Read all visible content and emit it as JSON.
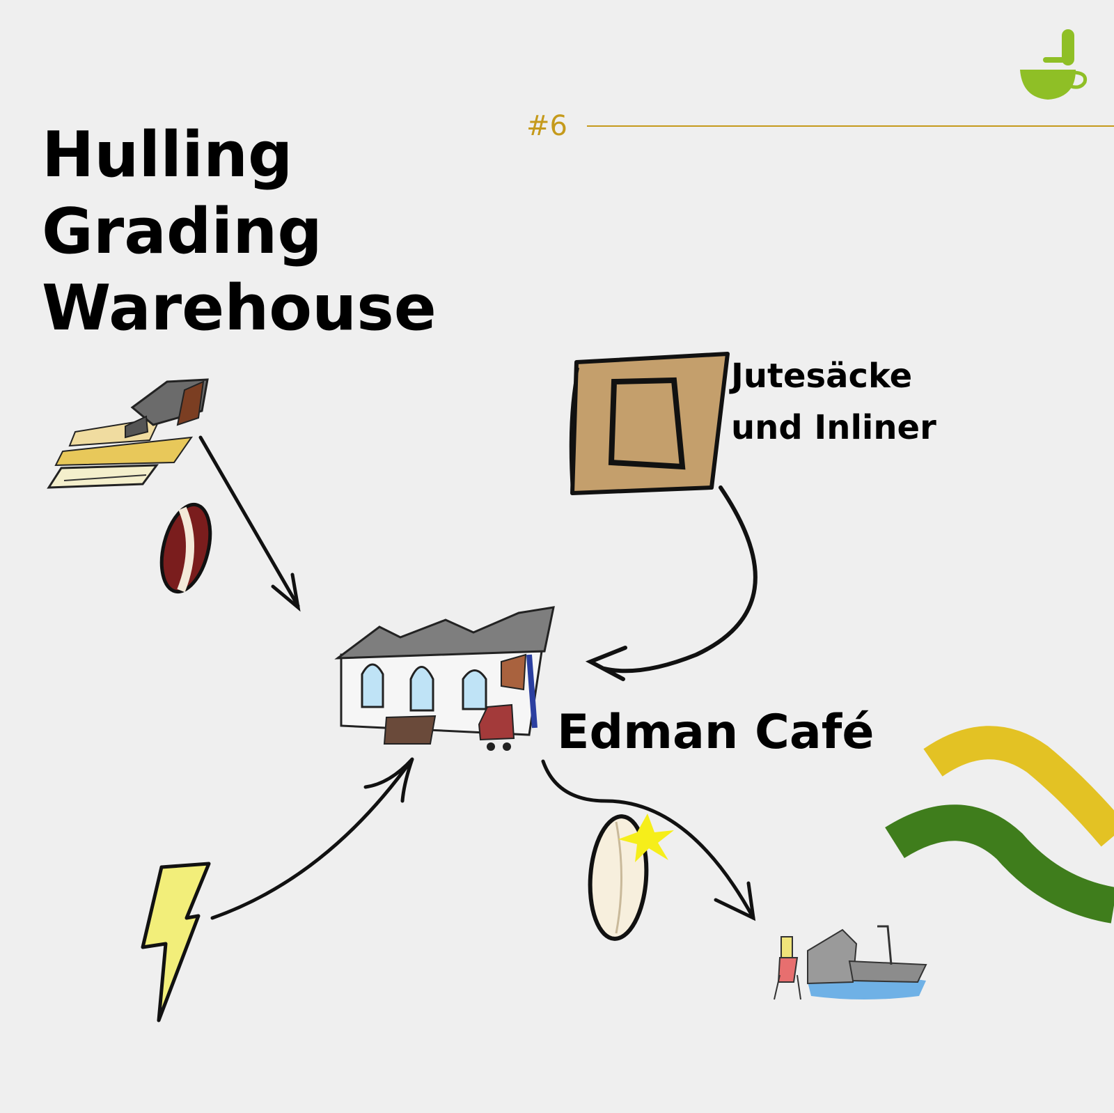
{
  "title": {
    "line1": "Hulling",
    "line2": "Grading",
    "line3": "Warehouse"
  },
  "step_number": "#6",
  "nodes": {
    "jute": {
      "line1": "Jutesäcke",
      "line2": "und Inliner"
    },
    "cafe": {
      "label": "Edman Café"
    }
  },
  "colors": {
    "accent_gold": "#c59a1b",
    "logo_green": "#8fbf26",
    "wave_yellow": "#e3c224",
    "wave_green": "#3f7d1c",
    "background": "#efefef"
  },
  "icons": [
    "coffee-cup-logo-icon",
    "hulling-machine-icon",
    "coffee-bean-icon",
    "jute-sack-icon",
    "warehouse-icon",
    "lightning-icon",
    "green-bean-icon",
    "harbor-ship-icon",
    "wave-decoration"
  ]
}
